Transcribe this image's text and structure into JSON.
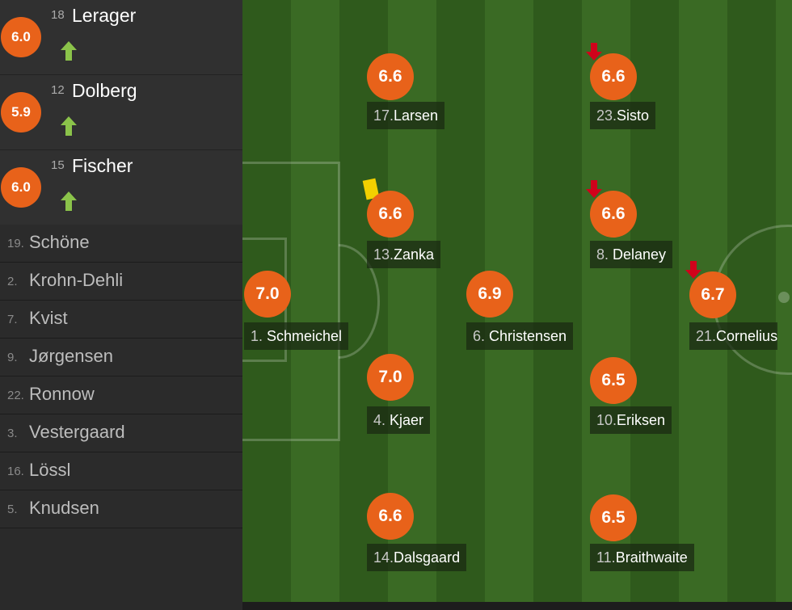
{
  "substitutes_on": [
    {
      "number": "18",
      "name": "Lerager",
      "rating": "6.0"
    },
    {
      "number": "12",
      "name": "Dolberg",
      "rating": "5.9"
    },
    {
      "number": "15",
      "name": "Fischer",
      "rating": "6.0"
    }
  ],
  "bench": [
    {
      "number": "19.",
      "name": "Schöne"
    },
    {
      "number": "2.",
      "name": "Krohn-Dehli"
    },
    {
      "number": "7.",
      "name": "Kvist"
    },
    {
      "number": "9.",
      "name": "Jørgensen"
    },
    {
      "number": "22.",
      "name": "Ronnow"
    },
    {
      "number": "3.",
      "name": "Vestergaard"
    },
    {
      "number": "16.",
      "name": "Lössl"
    },
    {
      "number": "5.",
      "name": "Knudsen"
    }
  ],
  "players": [
    {
      "number": "17.",
      "name": "Larsen",
      "rating": "6.6"
    },
    {
      "number": "23.",
      "name": "Sisto",
      "rating": "6.6",
      "subbed_off": true
    },
    {
      "number": "13.",
      "name": "Zanka",
      "rating": "6.6",
      "yellow_card": true
    },
    {
      "number": "8. ",
      "name": "Delaney",
      "rating": "6.6",
      "subbed_off": true
    },
    {
      "number": "1. ",
      "name": "Schmeichel",
      "rating": "7.0"
    },
    {
      "number": "6. ",
      "name": "Christensen",
      "rating": "6.9"
    },
    {
      "number": "21.",
      "name": "Cornelius",
      "rating": "6.7",
      "subbed_off": true
    },
    {
      "number": "4. ",
      "name": "Kjaer",
      "rating": "7.0"
    },
    {
      "number": "10.",
      "name": "Eriksen",
      "rating": "6.5"
    },
    {
      "number": "14.",
      "name": "Dalsgaard",
      "rating": "6.6"
    },
    {
      "number": "11.",
      "name": "Braithwaite",
      "rating": "6.5"
    }
  ],
  "colors": {
    "rating_badge": "#e8621a",
    "pitch_dark": "#2f5a1c",
    "pitch_light": "#3a6a24",
    "sub_on_arrow": "#8bc34a",
    "sub_off_arrow": "#d0021b",
    "yellow_card": "#f2d000"
  },
  "icons": {
    "sub_on": "up-arrow-icon",
    "sub_off": "down-arrow-icon",
    "card": "yellow-card-icon"
  }
}
